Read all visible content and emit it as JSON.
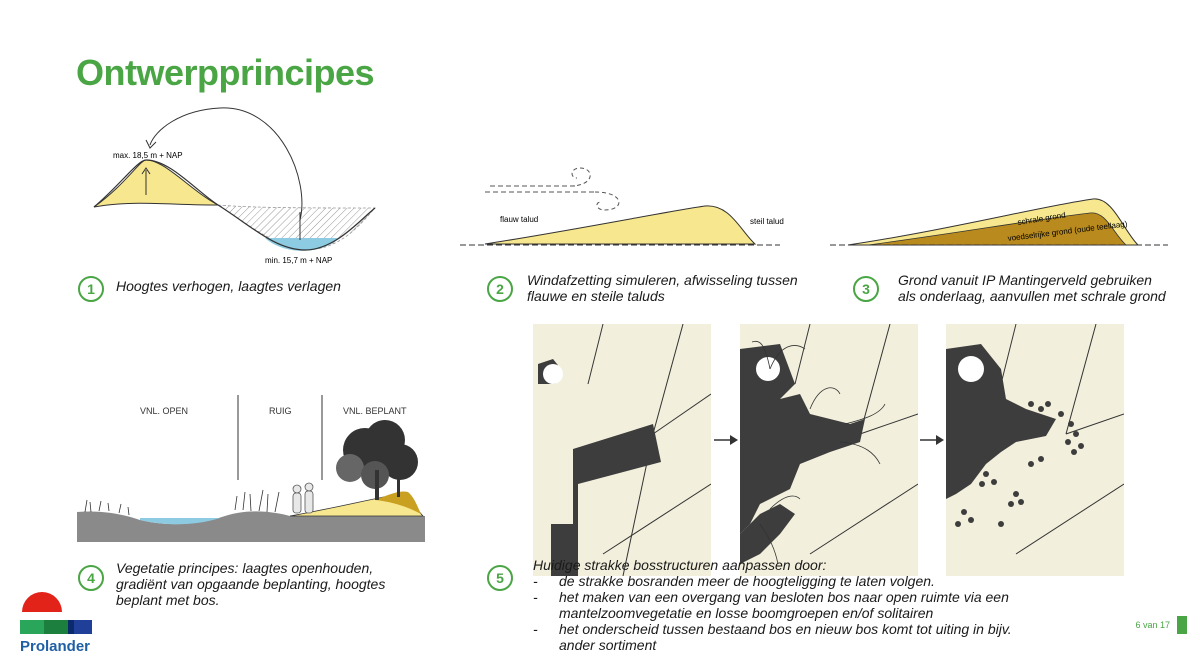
{
  "title": "Ontwerpprincipes",
  "diagram1": {
    "label_max": "max. 18,5 m + NAP",
    "label_min": "min. 15,7 m + NAP"
  },
  "diagram2": {
    "label_flauw": "flauw talud",
    "label_steil": "steil talud"
  },
  "diagram3": {
    "label_schraal": "schrale grond",
    "label_voedsel": "voedselrijke grond (oude teellaag)"
  },
  "diagram4": {
    "label_open": "VNL. OPEN",
    "label_ruig": "RUIG",
    "label_beplant": "VNL. BEPLANT"
  },
  "principles": [
    {
      "number": "1",
      "text": "Hoogtes verhogen, laagtes verlagen"
    },
    {
      "number": "2",
      "text_line1": "Windafzetting simuleren, afwisseling tussen",
      "text_line2": "flauwe en steile taluds"
    },
    {
      "number": "3",
      "text_line1": "Grond vanuit IP Mantingerveld gebruiken",
      "text_line2": "als onderlaag, aanvullen met schrale grond"
    },
    {
      "number": "4",
      "text_line1": "Vegetatie principes: laagtes openhouden,",
      "text_line2": "gradiënt van opgaande beplanting, hoogtes",
      "text_line3": "beplant met bos."
    },
    {
      "number": "5",
      "intro": "Huidige strakke bosstructuren aanpassen door:"
    }
  ],
  "bullets": [
    {
      "dash": "-",
      "line1": "de strakke bosranden meer de hoogteligging te laten volgen.",
      "line2": ""
    },
    {
      "dash": "-",
      "line1": "het maken van een overgang van besloten bos naar open ruimte via een",
      "line2": "mantelzoomvegetatie en losse boomgroepen en/of solitairen"
    },
    {
      "dash": "-",
      "line1": "het onderscheid tussen bestaand bos en nieuw bos komt tot uiting in bijv.",
      "line2": "ander sortiment"
    }
  ],
  "footer": {
    "page": "6 van 17",
    "logo": "Prolander"
  },
  "colors": {
    "green": "#4aa544",
    "sand": "#f7e78e",
    "water": "#8ccbe2",
    "forest": "#3d3d3d",
    "field": "#f2efdc",
    "brown": "#b98a1e"
  }
}
